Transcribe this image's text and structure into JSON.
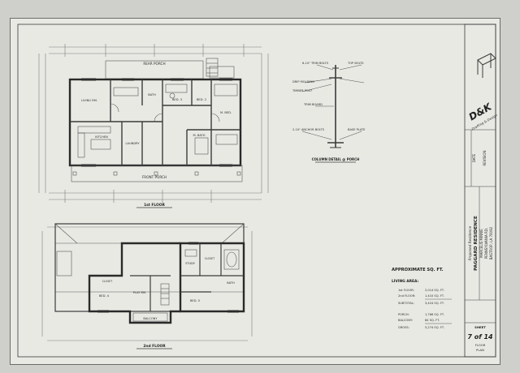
{
  "plan": {
    "first_floor": {
      "rear_porch": "REAR PORCH",
      "front_porch": "FRONT PORCH",
      "caption": "1st FLOOR",
      "rooms": [
        "LIVING RM.",
        "BED. 3",
        "BED. 2",
        "BATH",
        "KITCHEN",
        "LAUNDRY",
        "M. BED.",
        "M. BATH"
      ]
    },
    "second_floor": {
      "caption": "2nd FLOOR",
      "rooms": [
        "BED. 4",
        "BED. 5",
        "BATH",
        "STUDY",
        "BALCONY",
        "PLAY RM.",
        "CLOSET",
        "CLOSET"
      ]
    },
    "column_detail": {
      "caption": "COLUMN DETAIL @ PORCH",
      "labels": [
        "6-10\" TRIM BOLTS",
        "DRIP MOLDING",
        "TRIM BOARD",
        "TIMBER POST",
        "2-10\" ANCHOR BOLTS",
        "TOP BOLTS",
        "BASE PLATE"
      ]
    }
  },
  "sq_ft": {
    "title": "APPROXIMATE SQ. FT.",
    "subtitle": "LIVING AREA:",
    "rows": [
      {
        "label": "1st FLOOR:",
        "value": "2,014 SQ. FT."
      },
      {
        "label": "2nd FLOOR:",
        "value": "1,410 SQ. FT."
      },
      {
        "label": "SUBTOTAL:",
        "value": "3,424 SQ. FT."
      },
      {
        "label": "PORCH:",
        "value": "1,766 SQ. FT."
      },
      {
        "label": "BALCONY:",
        "value": "84 SQ. FT."
      },
      {
        "label": "GROSS:",
        "value": "5,274 SQ. FT."
      }
    ]
  },
  "title_block": {
    "company": "D&K",
    "tagline": "Drafting & Design",
    "project_status": "Proposed Residence",
    "project_name": "PAGGARD RESIDENCE",
    "address_lines": [
      "MARCELIS MINNIE",
      "PENNSYLVANIA RD.",
      "BASTROP, LA 70092"
    ],
    "revision_label": "REVISION",
    "date_label": "DATE",
    "sheet_label": "SHEET",
    "sheet_number": "7 of 14",
    "sheet_desc_lines": [
      "FLOOR",
      "PLAN"
    ]
  }
}
